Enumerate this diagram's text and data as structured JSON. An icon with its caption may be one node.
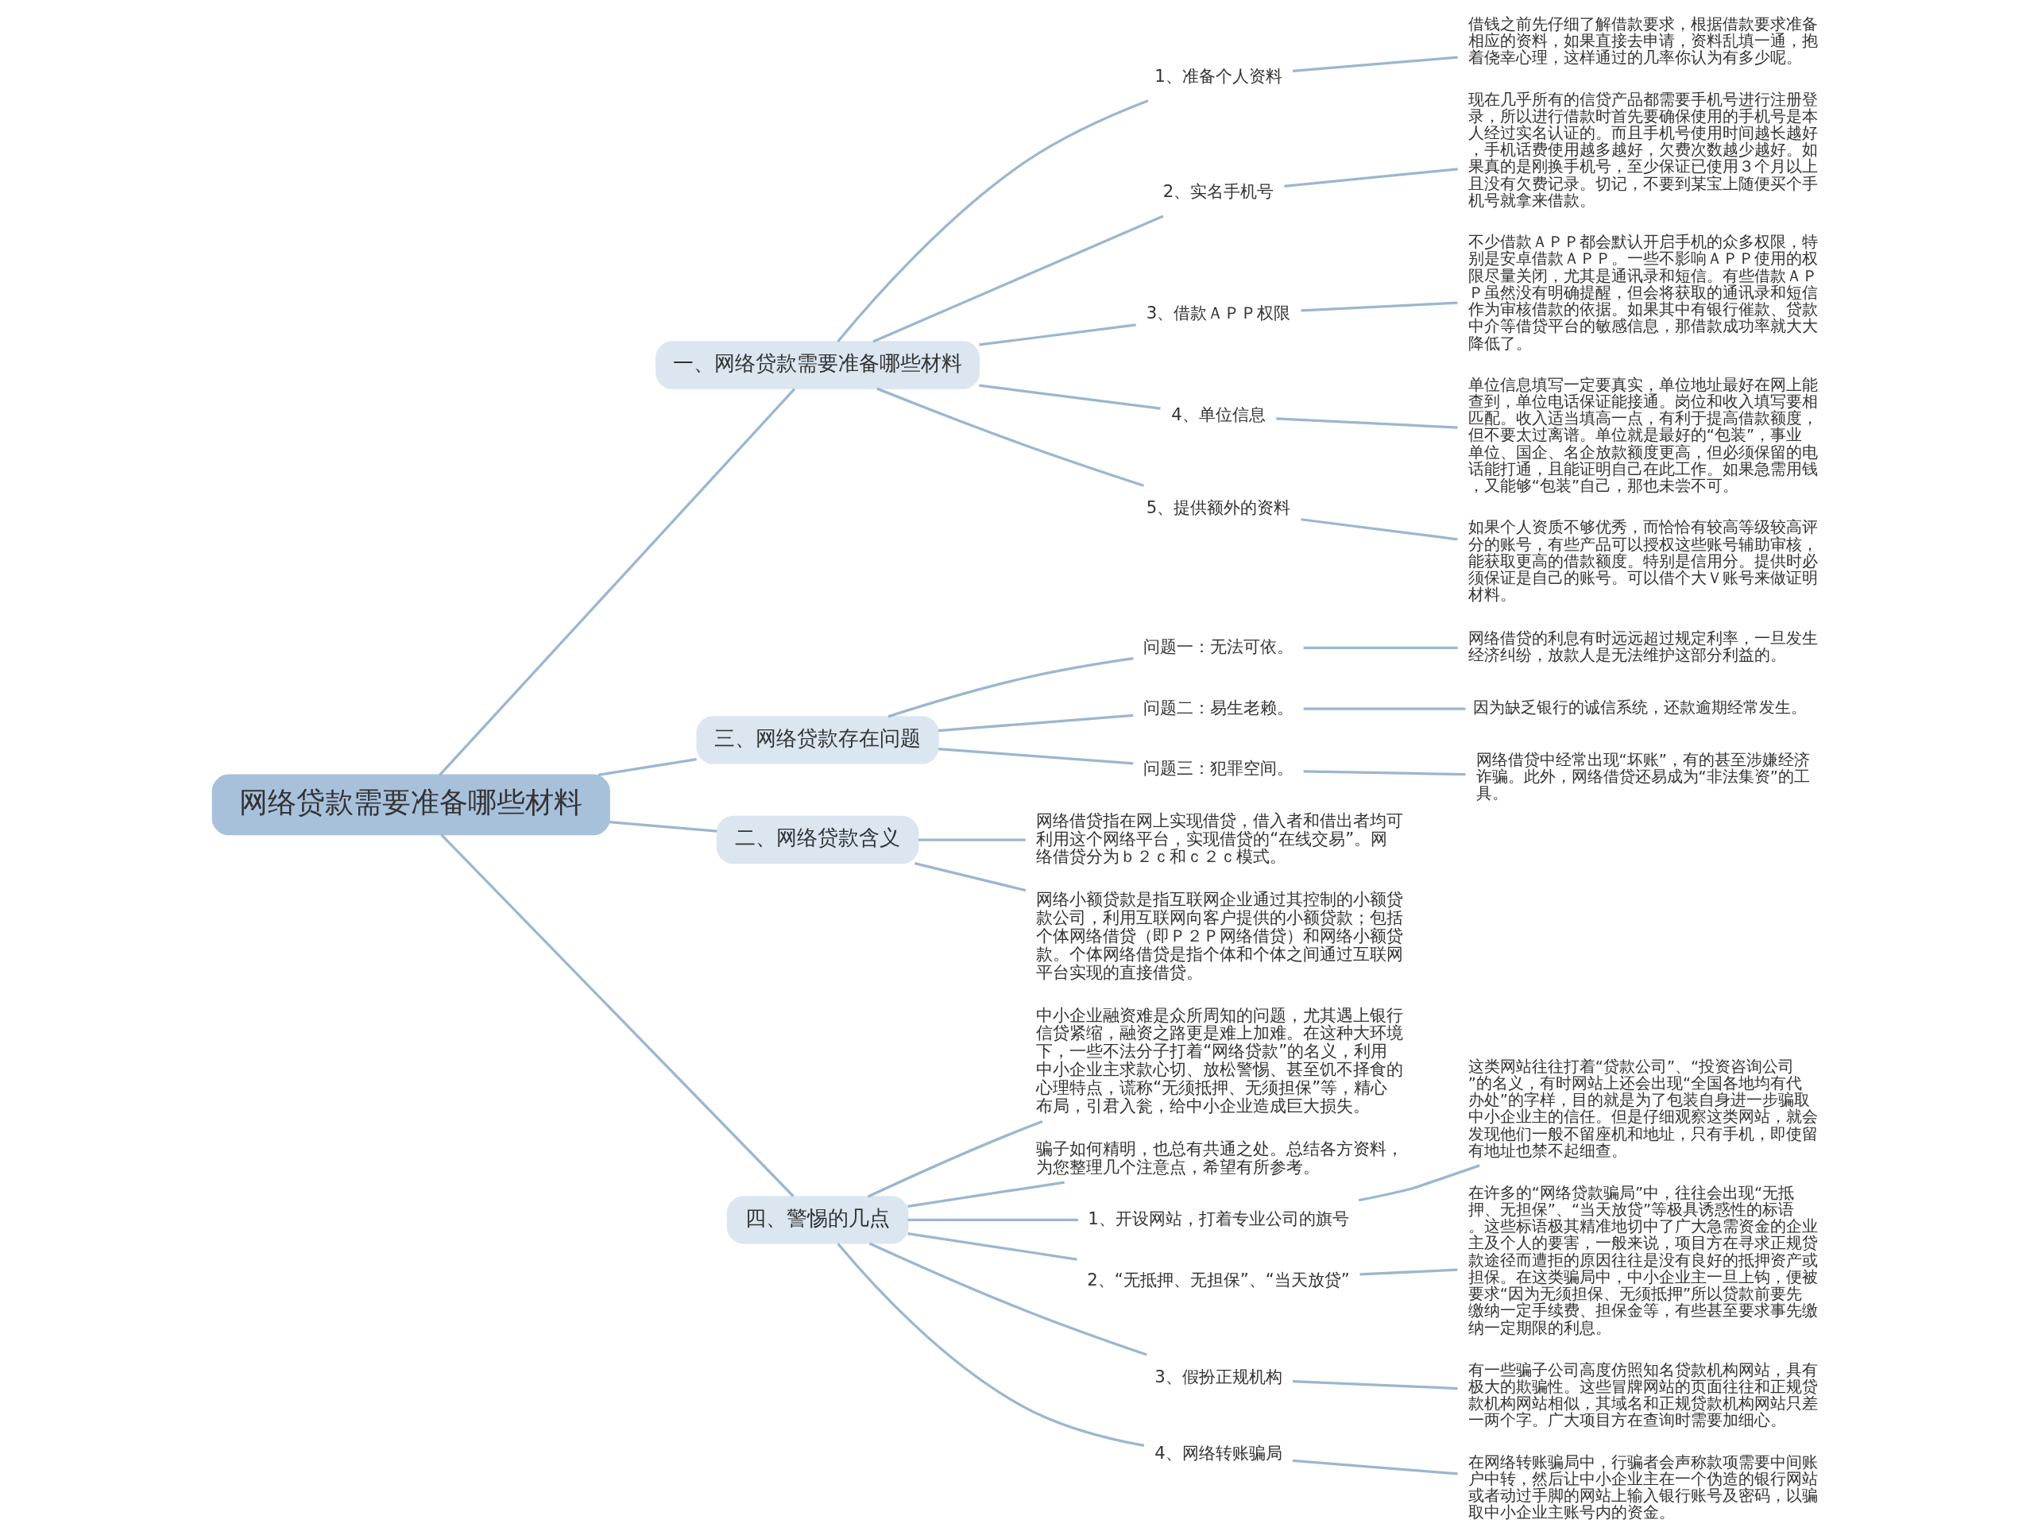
{
  "diagram": {
    "nodes": [
      {
        "text": [
          "网络贷款需要准备哪些材料"
        ]
      },
      {
        "text": [
          "一、网络贷款需要准备哪些材料"
        ]
      },
      {
        "text": [
          "1、准备个人资料"
        ]
      },
      {
        "text": [
          "借钱之前先仔细了解借款要求，根据借款要求准备相应的资料，如果直接去申请，资料乱填一通，抱着侥幸心理，这样通过的几率你认为有多少呢。"
        ]
      },
      {
        "text": [
          "2、实名手机号"
        ]
      },
      {
        "text": [
          "现在几乎所有的信贷产品都需要手机号进行注册登录，所以进行借款时首先要确保使用的手机号是本人经过实名认证的。而且手机号使用时间越长越好，手机话费使用越多越好，欠费次数越少越好。如果真的是刚换手机号，至少保证已使用３个月以上且没有欠费记录。切记，不要到某宝上随便买个手机号就拿来借款。"
        ]
      },
      {
        "text": [
          "3、借款ＡＰＰ权限"
        ]
      },
      {
        "text": [
          "不少借款ＡＰＰ都会默认开启手机的众多权限，特别是安卓借款ＡＰＰ。一些不影响ＡＰＰ使用的权限尽量关闭，尤其是通讯录和短信。有些借款ＡＰＰ虽然没有明确提醒，但会将获取的通讯录和短信作为审核借款的依据。如果其中有银行催款、贷款中介等借贷平台的敏感信息，那借款成功率就大大降低了。"
        ]
      },
      {
        "text": [
          "4、单位信息"
        ]
      },
      {
        "text": [
          "单位信息填写一定要真实，单位地址最好在网上能查到，单位电话保证能接通。岗位和收入填写要相匹配。收入适当填高一点，有利于提高借款额度，但不要太过离谱。单位就是最好的“包装”，事业单位、国企、名企放款额度更高，但必须保留的电话能打通，且能证明自己在此工作。如果急需用钱，又能够“包装”自己，那也未尝不可。"
        ]
      },
      {
        "text": [
          "5、提供额外的资料"
        ]
      },
      {
        "text": [
          "如果个人资质不够优秀，而恰恰有较高等级较高评分的账号，有些产品可以授权这些账号辅助审核，能获取更高的借款额度。特别是信用分。提供时必须保证是自己的账号。可以借个大Ｖ账号来做证明材料。"
        ]
      },
      {
        "text": [
          "三、网络贷款存在问题"
        ]
      },
      {
        "text": [
          "问题一：无法可依。"
        ]
      },
      {
        "text": [
          "网络借贷的利息有时远远超过规定利率，一旦发生经济纠纷，放款人是无法维护这部分利益的。"
        ]
      },
      {
        "text": [
          "问题二：易生老赖。"
        ]
      },
      {
        "text": [
          "因为缺乏银行的诚信系统，还款逾期经常发生。"
        ]
      },
      {
        "text": [
          "问题三：犯罪空间。"
        ]
      },
      {
        "text": [
          "网络借贷中经常出现“坏账”，有的甚至涉嫌经济诈骗。此外，网络借贷还易成为“非法集资”的工具。"
        ]
      },
      {
        "text": [
          "二、网络贷款含义"
        ]
      },
      {
        "text": [
          "网络借贷指在网上实现借贷，借入者和借出者均可利用这个网络平台，实现借贷的“在线交易”。网络借贷分为ｂ２ｃ和ｃ２ｃ模式。"
        ]
      },
      {
        "text": [
          "网络小额贷款是指互联网企业通过其控制的小额贷款公司，利用互联网向客户提供的小额贷款；包括个体网络借贷（即Ｐ２Ｐ网络借贷）和网络小额贷款。个体网络借贷是指个体和个体之间通过互联网平台实现的直接借贷。"
        ]
      },
      {
        "text": [
          "四、警惕的几点"
        ]
      },
      {
        "text": [
          "中小企业融资难是众所周知的问题，尤其遇上银行信贷紧缩，融资之路更是难上加难。在这种大环境下，一些不法分子打着“网络贷款”的名义，利用中小企业主求款心切、放松警惕、甚至饥不择食的心理特点，谎称“无须抵押、无须担保”等，精心布局，引君入瓮，给中小企业造成巨大损失。"
        ]
      },
      {
        "text": [
          "骗子如何精明，也总有共通之处。总结各方资料，为您整理几个注意点，希望有所参考。"
        ]
      },
      {
        "text": [
          "1、开设网站，打着专业公司的旗号"
        ]
      },
      {
        "text": [
          "这类网站往往打着“贷款公司”、“投资咨询公司”的名义，有时网站上还会出现“全国各地均有代办处”的字样，目的就是为了包装自身进一步骗取中小企业主的信任。但是仔细观察这类网站，就会发现他们一般不留座机和地址，只有手机，即使留有地址也禁不起细查。"
        ]
      },
      {
        "text": [
          "2、“无抵押、无担保”、“当天放贷”"
        ]
      },
      {
        "text": [
          "在许多的“网络贷款骗局”中，往往会出现“无抵押、无担保”、“当天放贷”等极具诱惑性的标语。这些标语极其精准地切中了广大急需资金的企业主及个人的要害，一般来说，项目方在寻求正规贷款途径而遭拒的原因往往是没有良好的抵押资产或担保。在这类骗局中，中小企业主一旦上钩，便被要求“因为无须担保、无须抵押”所以贷款前要先缴纳一定手续费、担保金等，有些甚至要求事先缴纳一定期限的利息。"
        ]
      },
      {
        "text": [
          "3、假扮正规机构"
        ]
      },
      {
        "text": [
          "有一些骗子公司高度仿照知名贷款机构网站，具有极大的欺骗性。这些冒牌网站的页面往往和正规贷款机构网站相似，其域名和正规贷款机构网站只差一两个字。广大项目方在查询时需要加细心。"
        ]
      },
      {
        "text": [
          "4、网络转账骗局"
        ]
      },
      {
        "text": [
          "在网络转账骗局中，行骗者会声称款项需要中间账户中转，然后让中小企业主在一个伪造的银行网站或者动过手脚的网站上输入银行账号及密码，以骗取中小企业主账号内的资金。"
        ]
      }
    ],
    "edges": [
      {
        "from": 0,
        "to": 1,
        "arrow": "none"
      },
      {
        "from": 1,
        "to": 2,
        "arrow": "none"
      },
      {
        "from": 2,
        "to": 3,
        "arrow": "none"
      },
      {
        "from": 1,
        "to": 4,
        "arrow": "none"
      },
      {
        "from": 4,
        "to": 5,
        "arrow": "none"
      },
      {
        "from": 1,
        "to": 6,
        "arrow": "none"
      },
      {
        "from": 6,
        "to": 7,
        "arrow": "none"
      },
      {
        "from": 1,
        "to": 8,
        "arrow": "none"
      },
      {
        "from": 8,
        "to": 9,
        "arrow": "none"
      },
      {
        "from": 1,
        "to": 10,
        "arrow": "none"
      },
      {
        "from": 10,
        "to": 11,
        "arrow": "none"
      },
      {
        "from": 0,
        "to": 12,
        "arrow": "none"
      },
      {
        "from": 12,
        "to": 13,
        "arrow": "none"
      },
      {
        "from": 13,
        "to": 14,
        "arrow": "none"
      },
      {
        "from": 12,
        "to": 15,
        "arrow": "none"
      },
      {
        "from": 15,
        "to": 16,
        "arrow": "none"
      },
      {
        "from": 12,
        "to": 17,
        "arrow": "none"
      },
      {
        "from": 17,
        "to": 18,
        "arrow": "none"
      },
      {
        "from": 0,
        "to": 19,
        "arrow": "none"
      },
      {
        "from": 19,
        "to": 20,
        "arrow": "none"
      },
      {
        "from": 19,
        "to": 21,
        "arrow": "none"
      },
      {
        "from": 0,
        "to": 22,
        "arrow": "none"
      },
      {
        "from": 22,
        "to": 23,
        "arrow": "none"
      },
      {
        "from": 22,
        "to": 24,
        "arrow": "none"
      },
      {
        "from": 22,
        "to": 25,
        "arrow": "none"
      },
      {
        "from": 25,
        "to": 26,
        "arrow": "none"
      },
      {
        "from": 22,
        "to": 27,
        "arrow": "none"
      },
      {
        "from": 27,
        "to": 28,
        "arrow": "none"
      },
      {
        "from": 22,
        "to": 29,
        "arrow": "none"
      },
      {
        "from": 29,
        "to": 30,
        "arrow": "none"
      },
      {
        "from": 22,
        "to": 31,
        "arrow": "none"
      },
      {
        "from": 31,
        "to": 32,
        "arrow": "none"
      }
    ]
  }
}
